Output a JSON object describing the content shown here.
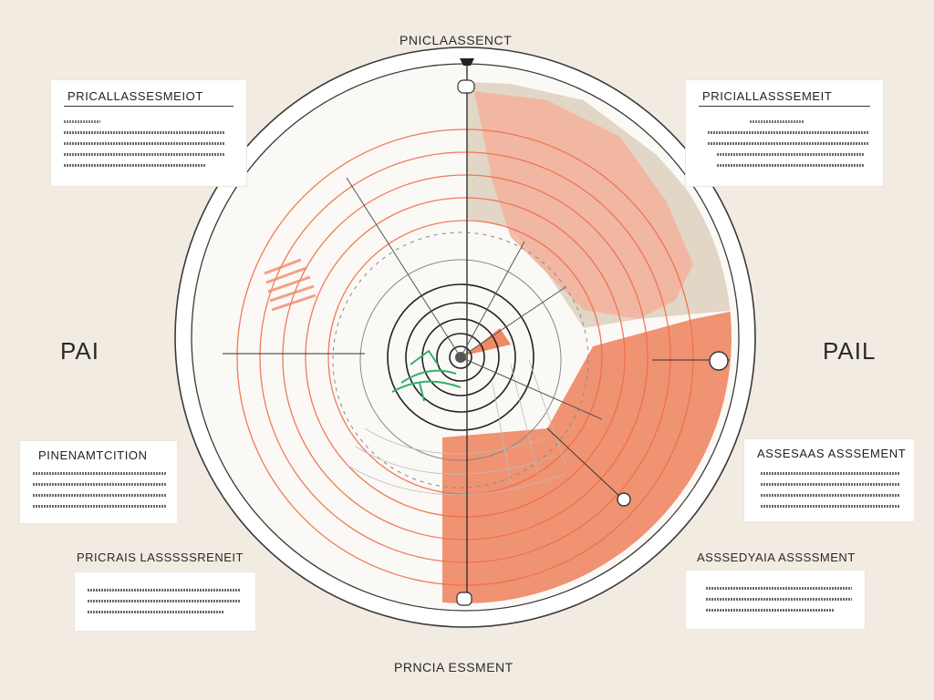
{
  "labels": {
    "top": "PNICLAASSENCT",
    "bottom": "PRNCIA ESSMENT",
    "left_big": "PAI",
    "right_big": "PAIL"
  },
  "cards": {
    "top_left": {
      "title": "PRICALLASSESMEIOT"
    },
    "top_right": {
      "title": "PRICIALLASSSEMEIT"
    },
    "mid_left": {
      "title": "PINENAMTCITION"
    },
    "mid_right": {
      "title": "ASSESAAS ASSSEMENT"
    },
    "bottom_left": {
      "title": "PRICRAIS LASSSSSRENEIT"
    },
    "bottom_right": {
      "title": "ASSSEDYAIA ASSSSMENT"
    }
  },
  "colors": {
    "background": "#f1ebe1",
    "coral": "#ef8a66",
    "coral_light": "#f3b29b",
    "beige": "#ddd0bd",
    "green": "#2db26a",
    "ink": "#333333"
  }
}
